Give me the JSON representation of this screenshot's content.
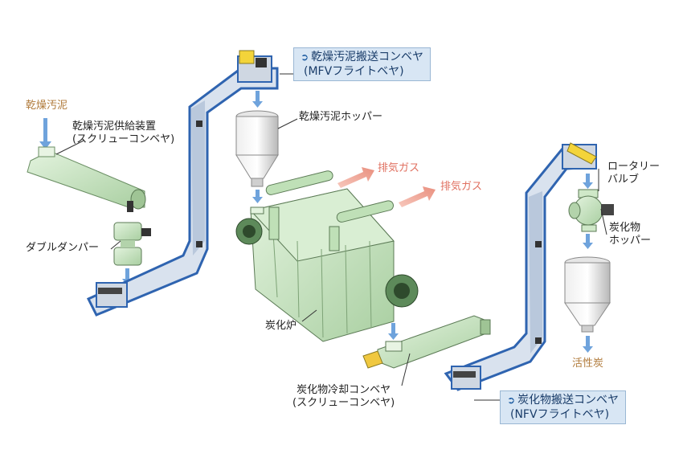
{
  "labels": {
    "dried_sludge_in": "乾燥汚泥",
    "feeder_line1": "乾燥汚泥供給装置",
    "feeder_line2": "(スクリューコンベヤ)",
    "double_damper": "ダブルダンパー",
    "dried_sludge_hopper": "乾燥汚泥ホッパー",
    "exhaust_gas_1": "排気ガス",
    "exhaust_gas_2": "排気ガス",
    "carbonization_furnace": "炭化炉",
    "cooling_line1": "炭化物冷却コンベヤ",
    "cooling_line2": "(スクリューコンベヤ)",
    "rotary_valve_line1": "ロータリー",
    "rotary_valve_line2": "バルブ",
    "char_hopper_line1": "炭化物",
    "char_hopper_line2": "ホッパー",
    "activated_carbon_out": "活性炭"
  },
  "callouts": {
    "mfv_line1": "乾燥汚泥搬送コンベヤ",
    "mfv_line2": "(MFVフライトベヤ)",
    "nfv_line1": "炭化物搬送コンベヤ",
    "nfv_line2": "(NFVフライトベヤ)",
    "bullet": "➲"
  },
  "colors": {
    "equipment_green": "#cfe8c8",
    "conveyor_blue": "#4a7fc0",
    "hopper_gray": "#d0d0d0",
    "flow_arrow_blue": "#6fa3dc",
    "gas_arrow_salmon": "#f0a090",
    "label_brown": "#b07a3a",
    "callout_bg": "#d8e6f4"
  }
}
